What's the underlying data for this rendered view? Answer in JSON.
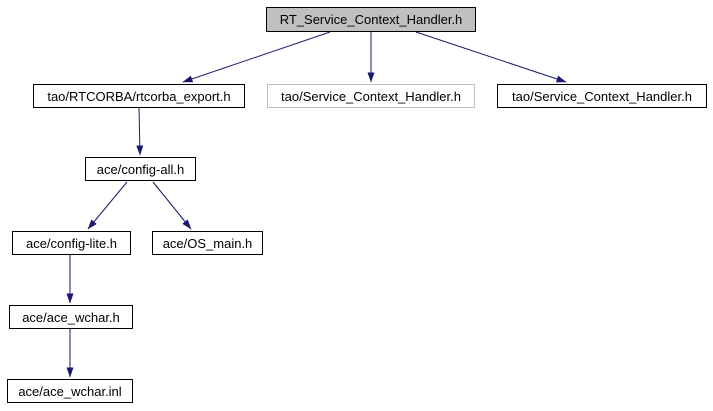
{
  "graph": {
    "type": "include-dependency-graph",
    "colors": {
      "background": "#ffffff",
      "edge": "#191970",
      "node_fill": "#ffffff",
      "node_border": "#000000",
      "current_node_fill": "#c0c0c0",
      "muted_node_border": "#c0c0c0",
      "text": "#000000"
    },
    "nodes": [
      {
        "id": "rt_service_context_handler",
        "label": "RT_Service_Context_Handler.h",
        "style": "current"
      },
      {
        "id": "rtcorba_export",
        "label": "tao/RTCORBA/rtcorba_export.h",
        "style": "normal"
      },
      {
        "id": "service_context_handler_a",
        "label": "tao/Service_Context_Handler.h",
        "style": "muted"
      },
      {
        "id": "service_context_handler_b",
        "label": "tao/Service_Context_Handler.h",
        "style": "normal"
      },
      {
        "id": "config_all",
        "label": "ace/config-all.h",
        "style": "normal"
      },
      {
        "id": "config_lite",
        "label": "ace/config-lite.h",
        "style": "normal"
      },
      {
        "id": "os_main",
        "label": "ace/OS_main.h",
        "style": "normal"
      },
      {
        "id": "ace_wchar_h",
        "label": "ace/ace_wchar.h",
        "style": "normal"
      },
      {
        "id": "ace_wchar_inl",
        "label": "ace/ace_wchar.inl",
        "style": "normal"
      }
    ],
    "edges": [
      {
        "from": "rt_service_context_handler",
        "to": "rtcorba_export"
      },
      {
        "from": "rt_service_context_handler",
        "to": "service_context_handler_a"
      },
      {
        "from": "rt_service_context_handler",
        "to": "service_context_handler_b"
      },
      {
        "from": "rtcorba_export",
        "to": "config_all"
      },
      {
        "from": "config_all",
        "to": "config_lite"
      },
      {
        "from": "config_all",
        "to": "os_main"
      },
      {
        "from": "config_lite",
        "to": "ace_wchar_h"
      },
      {
        "from": "ace_wchar_h",
        "to": "ace_wchar_inl"
      }
    ]
  }
}
